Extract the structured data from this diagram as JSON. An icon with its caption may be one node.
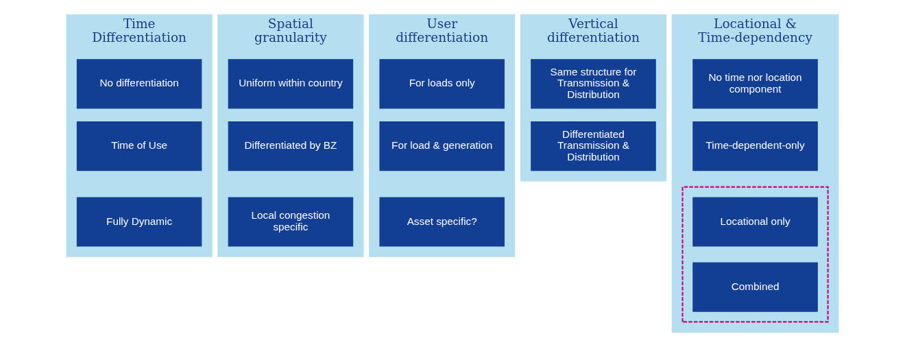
{
  "diagram": {
    "nodes": [
      {
        "text": [
          "Time Differentiation"
        ]
      },
      {
        "text": [
          "No differentiation"
        ],
        "in": 0
      },
      {
        "text": [
          "Time of Use"
        ],
        "in": 0
      },
      {
        "text": [
          "Fully Dynamic"
        ],
        "in": 0
      },
      {
        "text": [
          "Spatial granularity"
        ]
      },
      {
        "text": [
          "Uniform within country"
        ],
        "in": 4
      },
      {
        "text": [
          "Differentiated by BZ"
        ],
        "in": 4
      },
      {
        "text": [
          "Local congestion specific"
        ],
        "in": 4
      },
      {
        "text": [
          "User differentiation"
        ]
      },
      {
        "text": [
          "For loads only"
        ],
        "in": 8
      },
      {
        "text": [
          "For load & generation"
        ],
        "in": 8
      },
      {
        "text": [
          "Asset specific?"
        ],
        "in": 8
      },
      {
        "text": [
          "Vertical differentiation"
        ]
      },
      {
        "text": [
          "Same structure for Transmission & Distribution"
        ],
        "in": 12
      },
      {
        "text": [
          "Differentiated Transmission & Distribution"
        ],
        "in": 12
      },
      {
        "text": [
          "Locational & Time-dependency"
        ]
      },
      {
        "text": [
          "No time nor location component"
        ],
        "in": 15
      },
      {
        "text": [
          "Time-dependent-only"
        ],
        "in": 15
      },
      {
        "text": [],
        "shape": "box",
        "in": 15
      },
      {
        "text": [
          "Locational only"
        ],
        "in": 18
      },
      {
        "text": [
          "Combined"
        ],
        "in": 18
      }
    ]
  }
}
